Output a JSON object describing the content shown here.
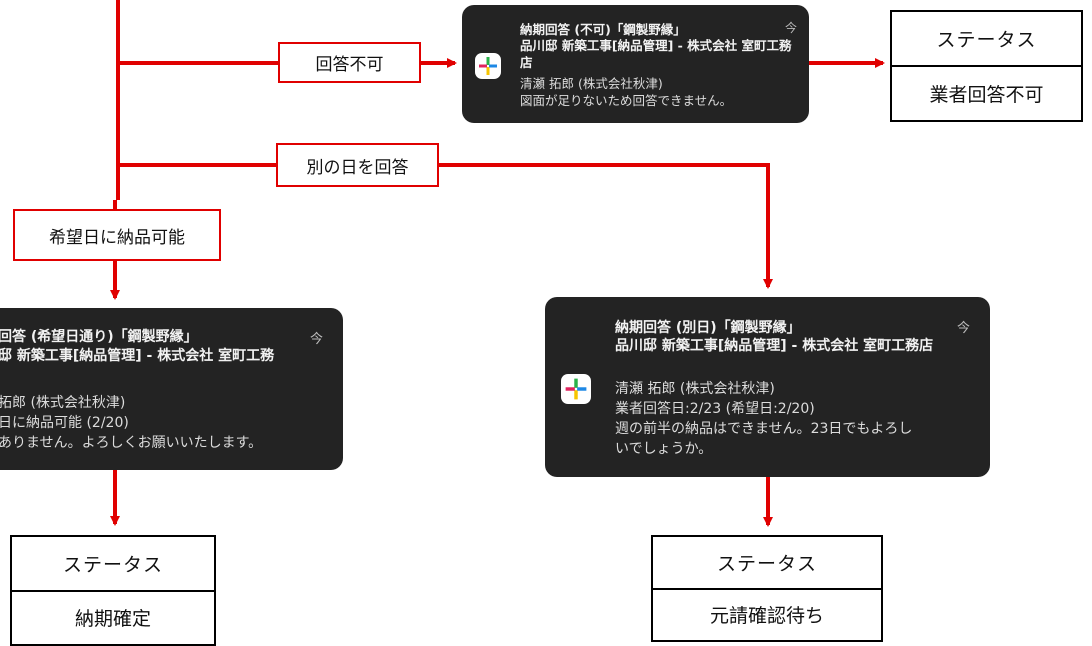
{
  "labels": {
    "unavailable": "回答不可",
    "other_date": "別の日を回答",
    "desired_ok": "希望日に納品可能"
  },
  "notifications": {
    "unavailable": {
      "title": "納期回答 (不可)「鋼製野縁」",
      "time": "今",
      "subtitle": "品川邸 新築工事[納品管理] - 株式会社 室町工務店",
      "body": [
        "清瀬 拓郎 (株式会社秋津)",
        "図面が足りないため回答できません。"
      ]
    },
    "desired": {
      "title": "回答 (希望日通り)「鋼製野縁」",
      "time": "今",
      "subtitle": "邸 新築工事[納品管理] - 株式会社 室町工務",
      "body": [
        "拓郎 (株式会社秋津)",
        "日に納品可能 (2/20)",
        "ありません。よろしくお願いいたします。"
      ]
    },
    "other": {
      "title": "納期回答 (別日)「鋼製野縁」",
      "time": "今",
      "subtitle": "品川邸 新築工事[納品管理] - 株式会社 室町工務店",
      "body": [
        "清瀬 拓郎 (株式会社秋津)",
        "業者回答日:2/23 (希望日:2/20)",
        "週の前半の納品はできません。23日でもよろし",
        "いでしょうか。"
      ]
    }
  },
  "statuses": {
    "unavailable": {
      "heading": "ステータス",
      "value": "業者回答不可"
    },
    "confirmed": {
      "heading": "ステータス",
      "value": "納期確定"
    },
    "pending": {
      "heading": "ステータス",
      "value": "元請確認待ち"
    }
  },
  "colors": {
    "arrow": "#e00000",
    "notification_bg": "#232323"
  }
}
